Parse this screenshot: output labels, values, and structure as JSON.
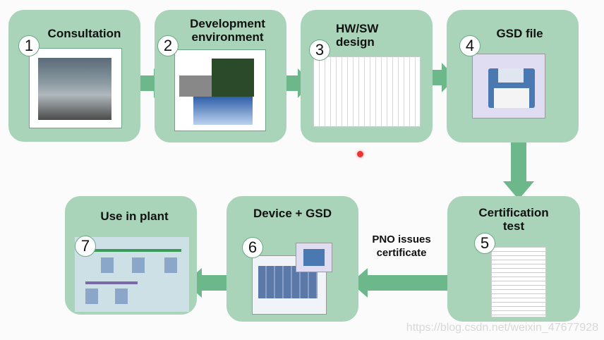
{
  "steps": [
    {
      "num": "1",
      "title": "Consultation"
    },
    {
      "num": "2",
      "title": "Development environment"
    },
    {
      "num": "3",
      "title": "HW/SW design"
    },
    {
      "num": "4",
      "title": "GSD file"
    },
    {
      "num": "5",
      "title": "Certification test"
    },
    {
      "num": "6",
      "title": "Device + GSD"
    },
    {
      "num": "7",
      "title": "Use in plant"
    }
  ],
  "arrow_label": "PNO issues certificate",
  "watermark": "https://blog.csdn.net/weixin_47677928",
  "colors": {
    "box": "#a9d4b9",
    "arrow": "#6cb88a"
  }
}
